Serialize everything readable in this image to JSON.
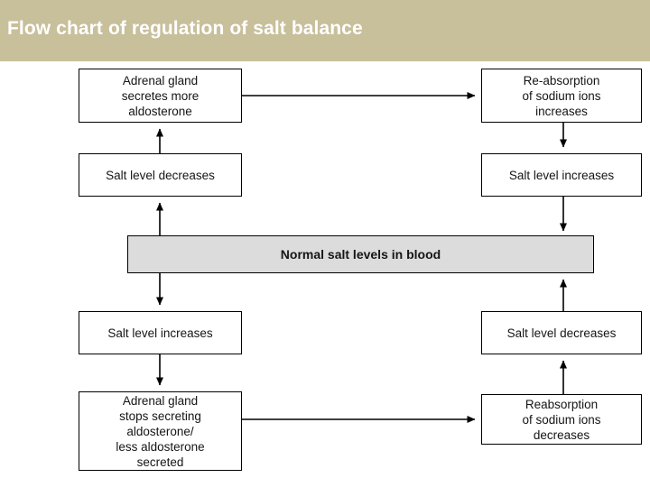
{
  "title": {
    "text": "Flow chart of regulation of salt balance",
    "background_color": "#c8bf9b",
    "text_color": "#ffffff"
  },
  "chart_data": {
    "type": "diagram",
    "diagram_kind": "flowchart",
    "title": "Flow chart of regulation of salt balance",
    "nodes": [
      {
        "id": "adrenal-secretes",
        "label": "Adrenal gland\nsecretes more\naldosterone",
        "shape": "rectangle",
        "fill": "#ffffff",
        "column": "left",
        "row": 1
      },
      {
        "id": "reabsorption-increases",
        "label": "Re-absorption\nof sodium ions\nincreases",
        "shape": "rectangle",
        "fill": "#ffffff",
        "column": "right",
        "row": 1
      },
      {
        "id": "salt-level-decreases-top",
        "label": "Salt level decreases",
        "shape": "rectangle",
        "fill": "#ffffff",
        "column": "left",
        "row": 2
      },
      {
        "id": "salt-level-increases-top",
        "label": "Salt level increases",
        "shape": "rectangle",
        "fill": "#ffffff",
        "column": "right",
        "row": 2
      },
      {
        "id": "normal-salt-levels",
        "label": "Normal salt levels in blood",
        "shape": "rectangle",
        "fill": "#dcdcdc",
        "column": "center",
        "row": 3
      },
      {
        "id": "salt-level-increases-bottom",
        "label": "Salt level increases",
        "shape": "rectangle",
        "fill": "#ffffff",
        "column": "left",
        "row": 4
      },
      {
        "id": "salt-level-decreases-bottom",
        "label": "Salt level decreases",
        "shape": "rectangle",
        "fill": "#ffffff",
        "column": "right",
        "row": 4
      },
      {
        "id": "adrenal-stops",
        "label": "Adrenal gland\nstops secreting\naldosterone/\nless aldosterone\nsecreted",
        "shape": "rectangle",
        "fill": "#ffffff",
        "column": "left",
        "row": 5
      },
      {
        "id": "reabsorption-decreases",
        "label": "Reabsorption\nof sodium ions\ndecreases",
        "shape": "rectangle",
        "fill": "#ffffff",
        "column": "right",
        "row": 5
      }
    ],
    "edges": [
      {
        "from": "normal-salt-levels",
        "to": "salt-level-decreases-top",
        "direction": "up"
      },
      {
        "from": "salt-level-decreases-top",
        "to": "adrenal-secretes",
        "direction": "up"
      },
      {
        "from": "adrenal-secretes",
        "to": "reabsorption-increases",
        "direction": "right"
      },
      {
        "from": "reabsorption-increases",
        "to": "salt-level-increases-top",
        "direction": "down"
      },
      {
        "from": "salt-level-increases-top",
        "to": "normal-salt-levels",
        "direction": "down"
      },
      {
        "from": "normal-salt-levels",
        "to": "salt-level-increases-bottom",
        "direction": "down"
      },
      {
        "from": "salt-level-increases-bottom",
        "to": "adrenal-stops",
        "direction": "down"
      },
      {
        "from": "adrenal-stops",
        "to": "reabsorption-decreases",
        "direction": "right"
      },
      {
        "from": "reabsorption-decreases",
        "to": "salt-level-decreases-bottom",
        "direction": "up"
      },
      {
        "from": "salt-level-decreases-bottom",
        "to": "normal-salt-levels",
        "direction": "up"
      }
    ],
    "line_color": "#000000",
    "text_color": "#151515"
  }
}
